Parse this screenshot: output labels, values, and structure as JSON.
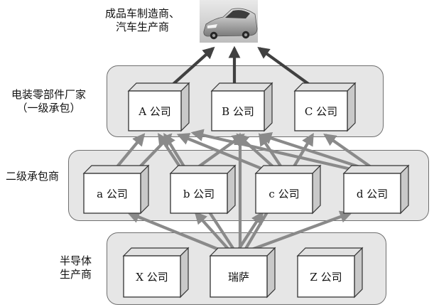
{
  "diagram": {
    "car_label": [
      "成品车制造商、",
      "汽车生产商"
    ],
    "tiers": [
      {
        "id": "tier1",
        "label": [
          "电装零部件厂家",
          "（一级承包）"
        ],
        "boxes": [
          {
            "id": "A",
            "text": "A 公司"
          },
          {
            "id": "B",
            "text": "B 公司"
          },
          {
            "id": "C",
            "text": "C 公司"
          }
        ]
      },
      {
        "id": "tier2",
        "label": [
          "二级承包商"
        ],
        "boxes": [
          {
            "id": "a",
            "text": "a 公司"
          },
          {
            "id": "b",
            "text": "b 公司"
          },
          {
            "id": "c",
            "text": "c 公司"
          },
          {
            "id": "d",
            "text": "d 公司"
          }
        ]
      },
      {
        "id": "tier3",
        "label": [
          "半导体",
          "生产商"
        ],
        "boxes": [
          {
            "id": "X",
            "text": "X 公司"
          },
          {
            "id": "R",
            "text": "瑞萨"
          },
          {
            "id": "Z",
            "text": "Z 公司"
          }
        ]
      }
    ],
    "colors": {
      "arrow_top": "#404040",
      "arrow": "#8a8a8a",
      "box_front": "#ffffff",
      "box_side": "#c9c9c9",
      "box_top": "#e2e2e2",
      "tier_fill": "#e6e6e6"
    },
    "icons": {
      "car": "car-photo"
    }
  }
}
